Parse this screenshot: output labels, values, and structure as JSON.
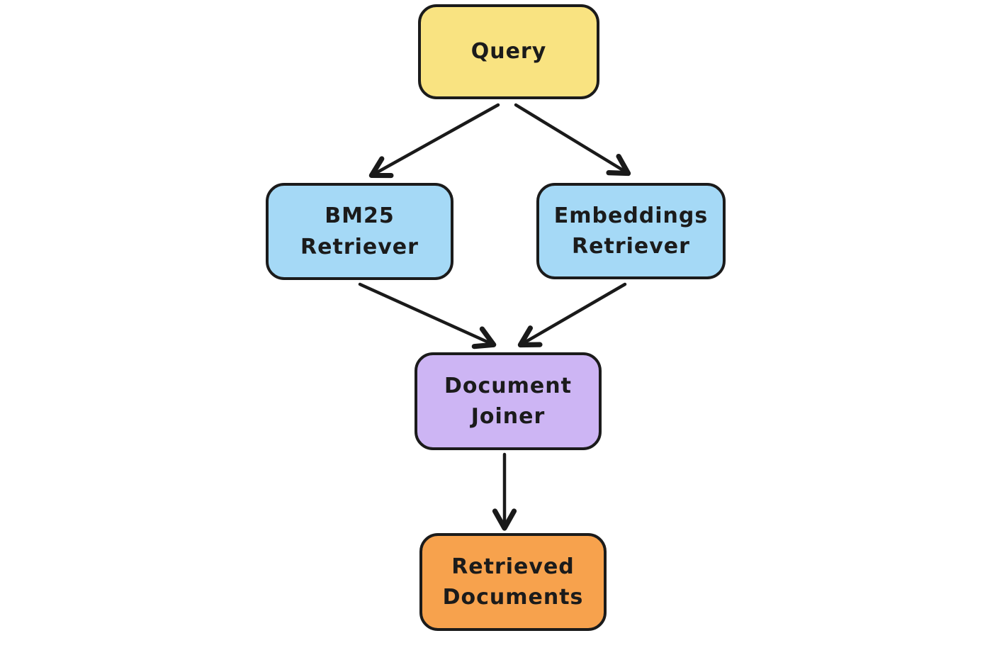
{
  "diagram": {
    "type": "flowchart",
    "arrow_color": "#1a1a1a",
    "nodes": {
      "query": {
        "id": "query",
        "label": "Query",
        "fill": "#F9E381"
      },
      "bm25": {
        "id": "bm25",
        "label": "BM25\nRetriever",
        "fill": "#A5D9F6"
      },
      "embed": {
        "id": "embed",
        "label": "Embeddings\nRetriever",
        "fill": "#A5D9F6"
      },
      "joiner": {
        "id": "joiner",
        "label": "Document\nJoiner",
        "fill": "#CDB5F4"
      },
      "retrieved": {
        "id": "retrieved",
        "label": "Retrieved\nDocuments",
        "fill": "#F7A24D"
      }
    },
    "edges": [
      {
        "from": "query",
        "to": "bm25"
      },
      {
        "from": "query",
        "to": "embed"
      },
      {
        "from": "bm25",
        "to": "joiner"
      },
      {
        "from": "embed",
        "to": "joiner"
      },
      {
        "from": "joiner",
        "to": "retrieved"
      }
    ]
  }
}
